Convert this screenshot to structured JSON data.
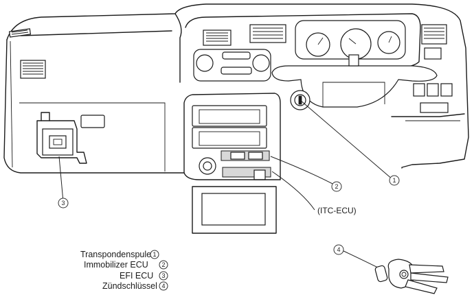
{
  "callouts": {
    "transponder_coil": "1",
    "immobilizer_ecu": "2",
    "efi_ecu": "3",
    "ignition_key": "4"
  },
  "labels": {
    "itc_ecu": "(ITC-ECU)"
  },
  "legend": [
    {
      "num": "1",
      "text": "Transpondenspule"
    },
    {
      "num": "2",
      "text": "Immobilizer ECU"
    },
    {
      "num": "3",
      "text": "EFI ECU"
    },
    {
      "num": "4",
      "text": "Zündschlüssel"
    }
  ]
}
